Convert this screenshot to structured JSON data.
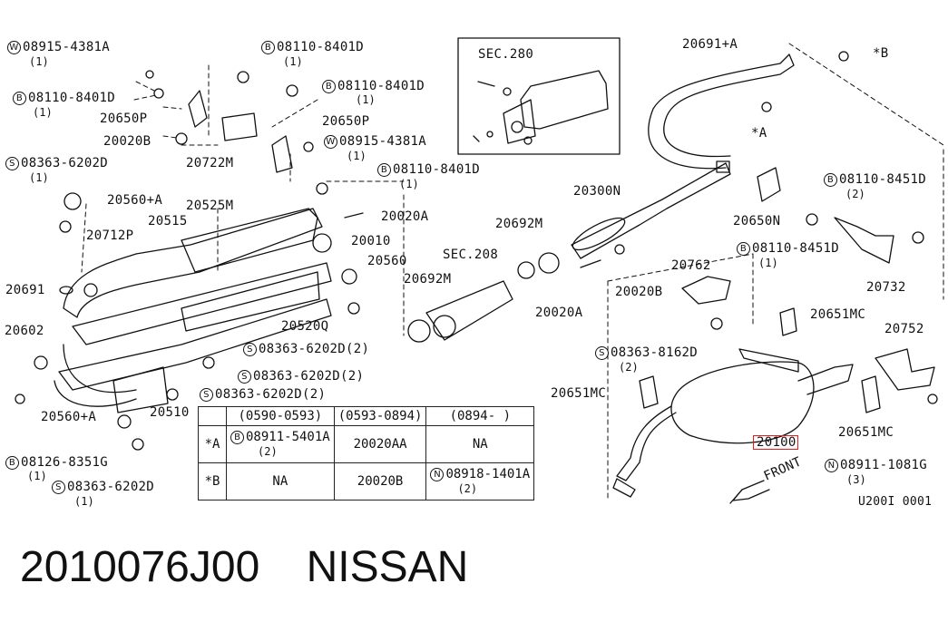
{
  "diagram": {
    "labels": {
      "w_08915_4381a_top": "08915-4381A",
      "qty_1_a": "(1)",
      "b_08110_8401d_top": "08110-8401D",
      "qty_1_b": "(1)",
      "b_08110_8401d_left": "08110-8401D",
      "qty_1_c": "(1)",
      "b_08110_8401d_mid": "08110-8401D",
      "qty_1_d": "(1)",
      "p_20650p_a": "20650P",
      "p_20650p_b": "20650P",
      "p_20020b_a": "20020B",
      "w_08915_4381a_mid": "08915-4381A",
      "qty_1_e": "(1)",
      "p_20722m": "20722M",
      "s_08363_6202d_a": "08363-6202D",
      "qty_1_f": "(1)",
      "b_08110_8401d_c": "08110-8401D",
      "qty_1_g": "(1)",
      "p_20560a_a": "20560+A",
      "p_20525m": "20525M",
      "p_20020a_a": "20020A",
      "p_20712p": "20712P",
      "p_20515": "20515",
      "p_20010": "20010",
      "p_20560": "20560",
      "p_20691": "20691",
      "p_20520q": "20520Q",
      "p_20602": "20602",
      "s_08363_6202d_2a": "08363-6202D(2)",
      "s_08363_6202d_2b": "08363-6202D(2)",
      "s_08363_6202d_2c": "08363-6202D(2)",
      "p_20560a_b": "20560+A",
      "p_20510": "20510",
      "b_08126_8351g": "08126-8351G",
      "qty_1_h": "(1)",
      "s_08363_6202d_b": "08363-6202D",
      "qty_1_i": "(1)",
      "sec280": "SEC.280",
      "sec208": "SEC.208",
      "p_20300n": "20300N",
      "p_20692m_a": "20692M",
      "p_20692m_b": "20692M",
      "p_20020b_b": "20020B",
      "p_20020a_b": "20020A",
      "p_20691a": "20691+A",
      "star_b": "*B",
      "star_a": "*A",
      "b_08110_8451d_a": "08110-8451D",
      "qty_2_a": "(2)",
      "p_20650n": "20650N",
      "b_08110_8451d_b": "08110-8451D",
      "qty_1_j": "(1)",
      "p_20732": "20732",
      "p_20762": "20762",
      "p_20651mc_a": "20651MC",
      "p_20752": "20752",
      "s_08363_8162d": "08363-8162D",
      "qty_2_b": "(2)",
      "p_20651mc_b": "20651MC",
      "p_20651mc_c": "20651MC",
      "p_20100": "20100",
      "n_08911_1081g": "08911-1081G",
      "qty_3": "(3)",
      "front": "FRONT",
      "ref": "U200I 0001"
    },
    "prefix": {
      "w": "W",
      "b": "B",
      "s": "S",
      "n": "N"
    },
    "table": {
      "headers": [
        "(0590-0593)",
        "(0593-0894)",
        "(0894-    )"
      ],
      "rows": [
        {
          "key": "*A",
          "c1": "08911-5401A",
          "c1_qty": "(2)",
          "c2": "20020AA",
          "c3": "NA"
        },
        {
          "key": "*B",
          "c1": "NA",
          "c2": "20020B",
          "c3": "08918-1401A",
          "c3_qty": "(2)"
        }
      ]
    }
  },
  "footer": {
    "part_number": "2010076J00",
    "brand": "NISSAN"
  },
  "colors": {
    "line": "#111111",
    "highlight": "#e02020"
  }
}
